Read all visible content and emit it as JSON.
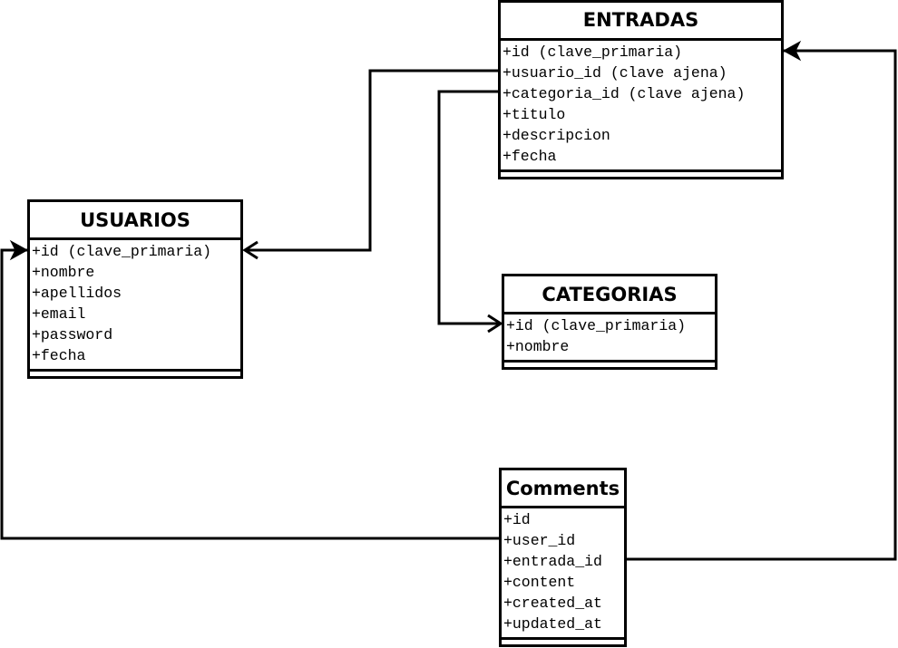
{
  "entities": {
    "entradas": {
      "title": "ENTRADAS",
      "attributes": [
        "+id (clave_primaria)",
        "+usuario_id (clave ajena)",
        "+categoria_id (clave ajena)",
        "+titulo",
        "+descripcion",
        "+fecha"
      ]
    },
    "usuarios": {
      "title": "USUARIOS",
      "attributes": [
        "+id (clave_primaria)",
        "+nombre",
        "+apellidos",
        "+email",
        "+password",
        "+fecha"
      ]
    },
    "categorias": {
      "title": "CATEGORIAS",
      "attributes": [
        "+id (clave_primaria)",
        "+nombre"
      ]
    },
    "comments": {
      "title": "Comments",
      "attributes": [
        "+id",
        "+user_id",
        "+entrada_id",
        "+content",
        "+created_at",
        "+updated_at"
      ]
    }
  },
  "colors": {
    "line": "#000000",
    "background": "#ffffff"
  }
}
